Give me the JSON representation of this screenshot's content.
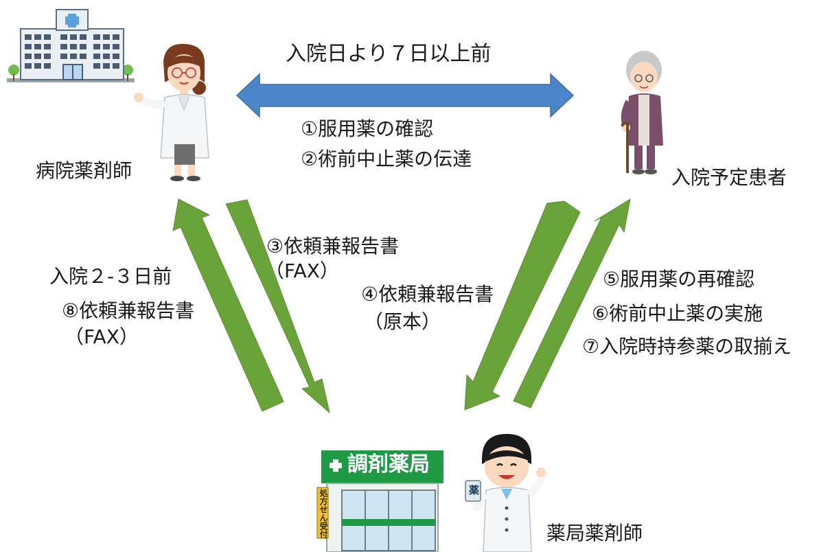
{
  "labels": {
    "top_arrow": "入院日より７日以上前",
    "step1": "①服用薬の確認",
    "step2": "②術前中止薬の伝達",
    "hospital_pharmacist": "病院薬剤師",
    "patient": "入院予定患者",
    "step3": "③依頼兼報告書",
    "step3_sub": "（FAX）",
    "left_timing": "入院２-３日前",
    "step8": "⑧依頼兼報告書",
    "step8_sub": "（FAX）",
    "step4": "④依頼兼報告書",
    "step4_sub": "（原本）",
    "step5": "⑤服用薬の再確認",
    "step6": "⑥術前中止薬の実施",
    "step7": "⑦入院時持参薬の取揃え",
    "pharmacy_pharmacist": "薬局薬剤師"
  },
  "pharmacy_sign": {
    "name": "調剤薬局",
    "reception": "処方せん受付"
  },
  "nurse_card": "薬",
  "colors": {
    "blue_arrow": "#4a86c8",
    "green_arrow": "#6aa339",
    "pharmacy_green": "#1e9a45"
  }
}
